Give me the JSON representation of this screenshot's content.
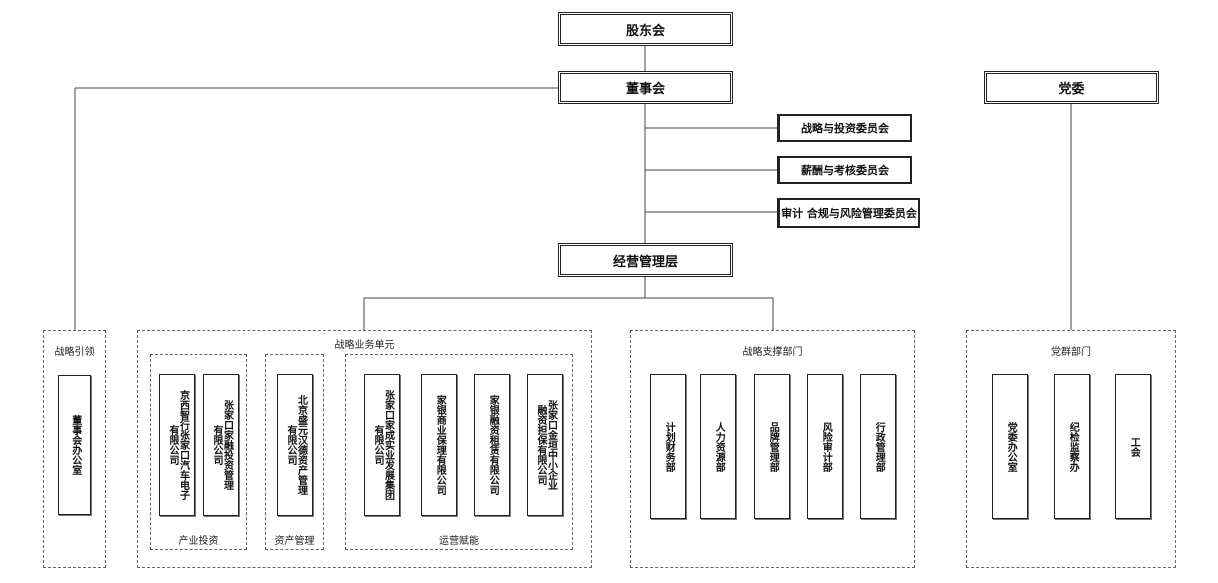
{
  "top": {
    "shareholders": "股东会",
    "board": "董事会",
    "party": "党委",
    "management": "经营管理层"
  },
  "committees": {
    "strategy": "战略与投资委员会",
    "compensation": "薪酬与考核委员会",
    "audit": "审计 合规与风险管理委员会"
  },
  "groups": {
    "strategic_lead": {
      "title": "战略引领",
      "units": [
        "董事会办公室"
      ]
    },
    "business_units": {
      "title": "战略业务单元",
      "industry_investment": {
        "label": "产业投资",
        "units": [
          "京西智行张家口汽车电子\n有限公司",
          "张家口家融投资管理\n有限公司"
        ]
      },
      "asset_management": {
        "label": "资产管理",
        "units": [
          "北京盛元汉德资产管理\n有限公司"
        ]
      },
      "operations": {
        "label": "运营赋能",
        "units": [
          "张家口家成实业发展集团\n有限公司",
          "家银商业保理有限公司",
          "家银融资租赁有限公司",
          "张家口金垣中小企业\n融资担保有限公司"
        ]
      }
    },
    "support": {
      "title": "战略支撑部门",
      "units": [
        "计划财务部",
        "人力资源部",
        "品牌管理部",
        "风险审计部",
        "行政管理部"
      ]
    },
    "party_mass": {
      "title": "党群部门",
      "units": [
        "党委办公室",
        "纪检监察办",
        "工会"
      ]
    }
  }
}
